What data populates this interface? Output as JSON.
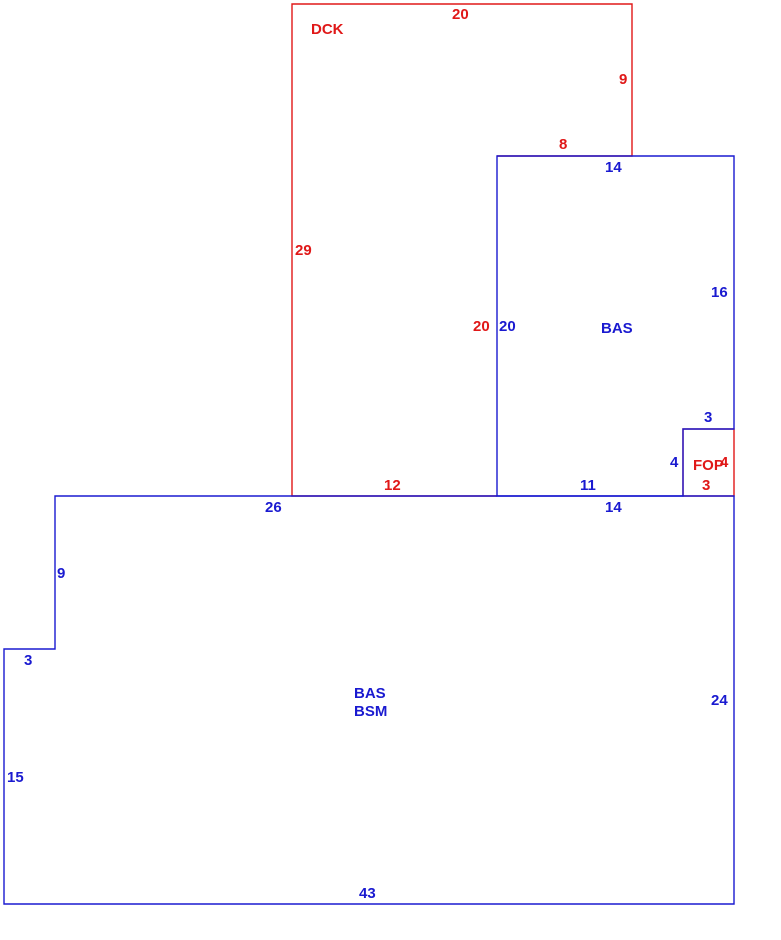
{
  "colors": {
    "bas": "#1a1ad0",
    "dck": "#e01818"
  },
  "areas": {
    "dck": {
      "code": "DCK"
    },
    "bas_upper": {
      "code": "BAS"
    },
    "fop": {
      "code": "FOP"
    },
    "bas_lower": {
      "code": "BAS",
      "code2": "BSM"
    }
  },
  "dims": {
    "dck_top": "20",
    "dck_right": "9",
    "dck_top_right_ledge": "8",
    "dck_left": "29",
    "dck_inner": "20",
    "dck_bottom": "12",
    "bas_upper_top": "14",
    "bas_upper_right": "16",
    "bas_upper_left": "20",
    "bas_upper_bottom": "11",
    "bas_upper_notch_top": "3",
    "bas_upper_notch_left": "4",
    "fop_right": "4",
    "fop_bottom": "3",
    "lower_top_left": "26",
    "lower_top_right": "14",
    "lower_left_upper": "9",
    "lower_step": "3",
    "lower_left": "15",
    "lower_right": "24",
    "lower_bottom": "43"
  }
}
